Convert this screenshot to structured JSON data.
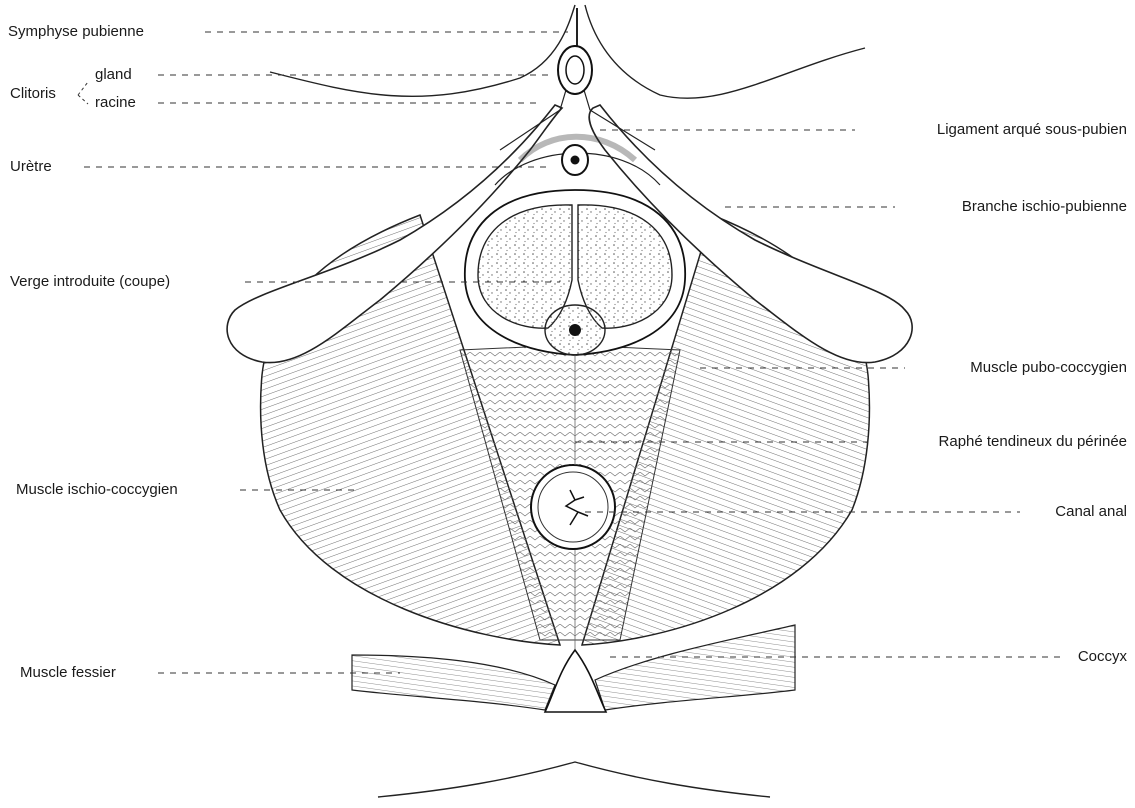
{
  "figure": {
    "left_labels": {
      "symphyse": "Symphyse pubienne",
      "clitoris": "Clitoris",
      "gland": "gland",
      "racine": "racine",
      "uretre": "Urètre",
      "verge": "Verge introduite (coupe)",
      "ischio_coccygien": "Muscle ischio-coccygien",
      "fessier": "Muscle fessier"
    },
    "right_labels": {
      "ligament": "Ligament arqué sous-pubien",
      "branche": "Branche ischio-pubienne",
      "pubo_coccygien": "Muscle pubo-coccygien",
      "raphe": "Raphé tendineux du périnée",
      "canal": "Canal anal",
      "coccyx": "Coccyx"
    }
  }
}
